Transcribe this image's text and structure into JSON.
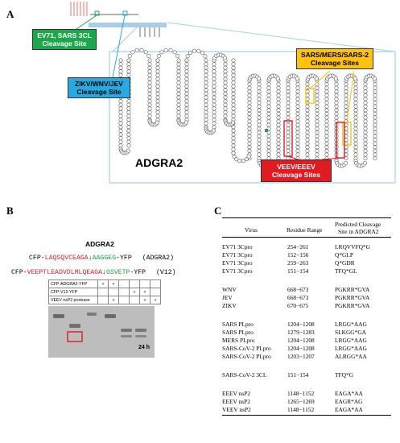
{
  "panel_a": {
    "letter": "A",
    "protein_name": "ADGRA2",
    "callouts": {
      "ev71": [
        "EV71, SARS 3CL",
        "Cleavage Site"
      ],
      "zikv": [
        "ZIKV/WNV/JEV",
        "Cleavage Site"
      ],
      "sars": [
        "SARS/MERS/SARS-2",
        "Cleavage Sites"
      ],
      "veev": [
        "VEEV/EEEV",
        "Cleavage Sites"
      ]
    },
    "colors": {
      "ev71": "#1aa84a",
      "zikv": "#29a9e1",
      "sars": "#ffc20e",
      "veev": "#e11b22",
      "zoom_box": "#a9cde6"
    }
  },
  "panel_b": {
    "letter": "B",
    "title": "ADGRA2",
    "construct1": {
      "prefix": "CFP-",
      "red": "LAQSQVCEAGA",
      "mark": "↓",
      "green": "AAGGEG",
      "suffix": "-YFP",
      "label": "(ADGRA2)"
    },
    "construct2": {
      "prefix": "CFP-",
      "red": "VEEPTLEADVDLMLQEAGA",
      "mark": "↓",
      "green": "GSVETP",
      "suffix": "-YFP",
      "label": "(V12)"
    },
    "gel_rows": [
      {
        "label": "CFP-ADGRA2-YFP",
        "marks": [
          "+",
          "+",
          "",
          "",
          "",
          ""
        ]
      },
      {
        "label": "CFP-V12-YFP",
        "marks": [
          "",
          "",
          "",
          "+",
          "+",
          ""
        ]
      },
      {
        "label": "VEEV nsP2 protease",
        "marks": [
          "",
          "+",
          "",
          "",
          "+",
          "+"
        ]
      }
    ],
    "time_label": "24 h"
  },
  "panel_c": {
    "letter": "C",
    "headers": {
      "virus": "Virus",
      "range": "Residue Range",
      "site": [
        "Predicted Cleavage",
        "Site in ADGRA2"
      ]
    },
    "groups": [
      [
        {
          "virus": "EV71 3Cpro",
          "range": "254−261",
          "site": "LRQVVFQ*G"
        },
        {
          "virus": "EV71 3Cpro",
          "range": "152−156",
          "site": "Q*GLP"
        },
        {
          "virus": "EV71 3Cpro",
          "range": "259−263",
          "site": "Q*GDR"
        },
        {
          "virus": "EV71 3Cpro",
          "range": "151−154",
          "site": "TFQ*GL"
        }
      ],
      [
        {
          "virus": "WNV",
          "range": "668−673",
          "site": "PGKRR*GVA"
        },
        {
          "virus": "JEV",
          "range": "668−673",
          "site": "PGKRR*GVA"
        },
        {
          "virus": "ZIKV",
          "range": "670−675",
          "site": "PGKRR*GVA"
        }
      ],
      [
        {
          "virus": "SARS PLpro",
          "range": "1204−1208",
          "site": "LRGG*AAG"
        },
        {
          "virus": "SARS PLpro",
          "range": "1279−1283",
          "site": "SLKGG*GA"
        },
        {
          "virus": "MERS PLpro",
          "range": "1204−1208",
          "site": "LRGG*AAG"
        },
        {
          "virus": "SARS-CoV-2 PLpro",
          "range": "1204−1208",
          "site": "LRGG*AAG"
        },
        {
          "virus": "SARS-CoV-2 PLpro",
          "range": "1203−1207",
          "site": "ALRGG*AA"
        }
      ],
      [
        {
          "virus": "SARS-CoV-2 3CL",
          "range": "151−154",
          "site": "TFQ*G"
        }
      ],
      [
        {
          "virus": "EEEV nsP2",
          "range": "1148−1152",
          "site": "EAGA*AA"
        },
        {
          "virus": "EEEV nsP2",
          "range": "1265−1269",
          "site": "EAGR*AG"
        },
        {
          "virus": "VEEV nsP2",
          "range": "1148−1152",
          "site": "EAGA*AA"
        }
      ]
    ]
  }
}
